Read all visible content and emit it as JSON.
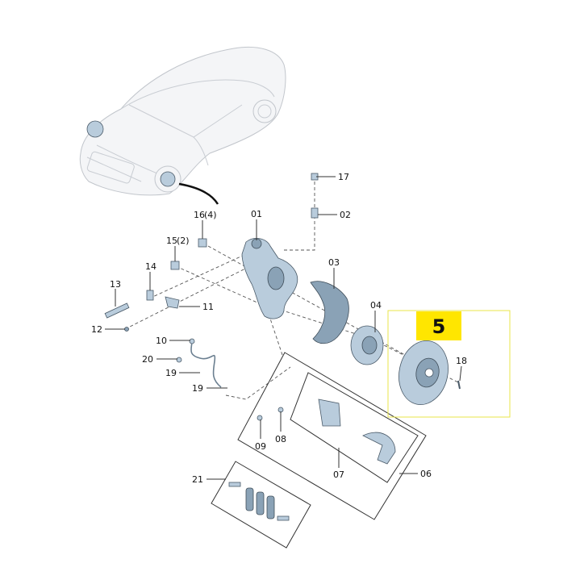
{
  "highlight": {
    "badge": "5",
    "badge_color": "#ffe600",
    "frame_color": "#e8e44a"
  },
  "callouts": {
    "p01": "01",
    "p02": "02",
    "p03": "03",
    "p04": "04",
    "p06": "06",
    "p07": "07",
    "p08": "08",
    "p09": "09",
    "p10": "10",
    "p11": "11",
    "p12": "12",
    "p13": "13",
    "p14": "14",
    "p15": "15",
    "p15q": "(2)",
    "p16": "16",
    "p16q": "(4)",
    "p17": "17",
    "p18": "18",
    "p19a": "19",
    "p19b": "19",
    "p20": "20",
    "p21": "21"
  },
  "colors": {
    "part_fill": "#b9ccdc",
    "part_stroke": "#4a5a68"
  }
}
